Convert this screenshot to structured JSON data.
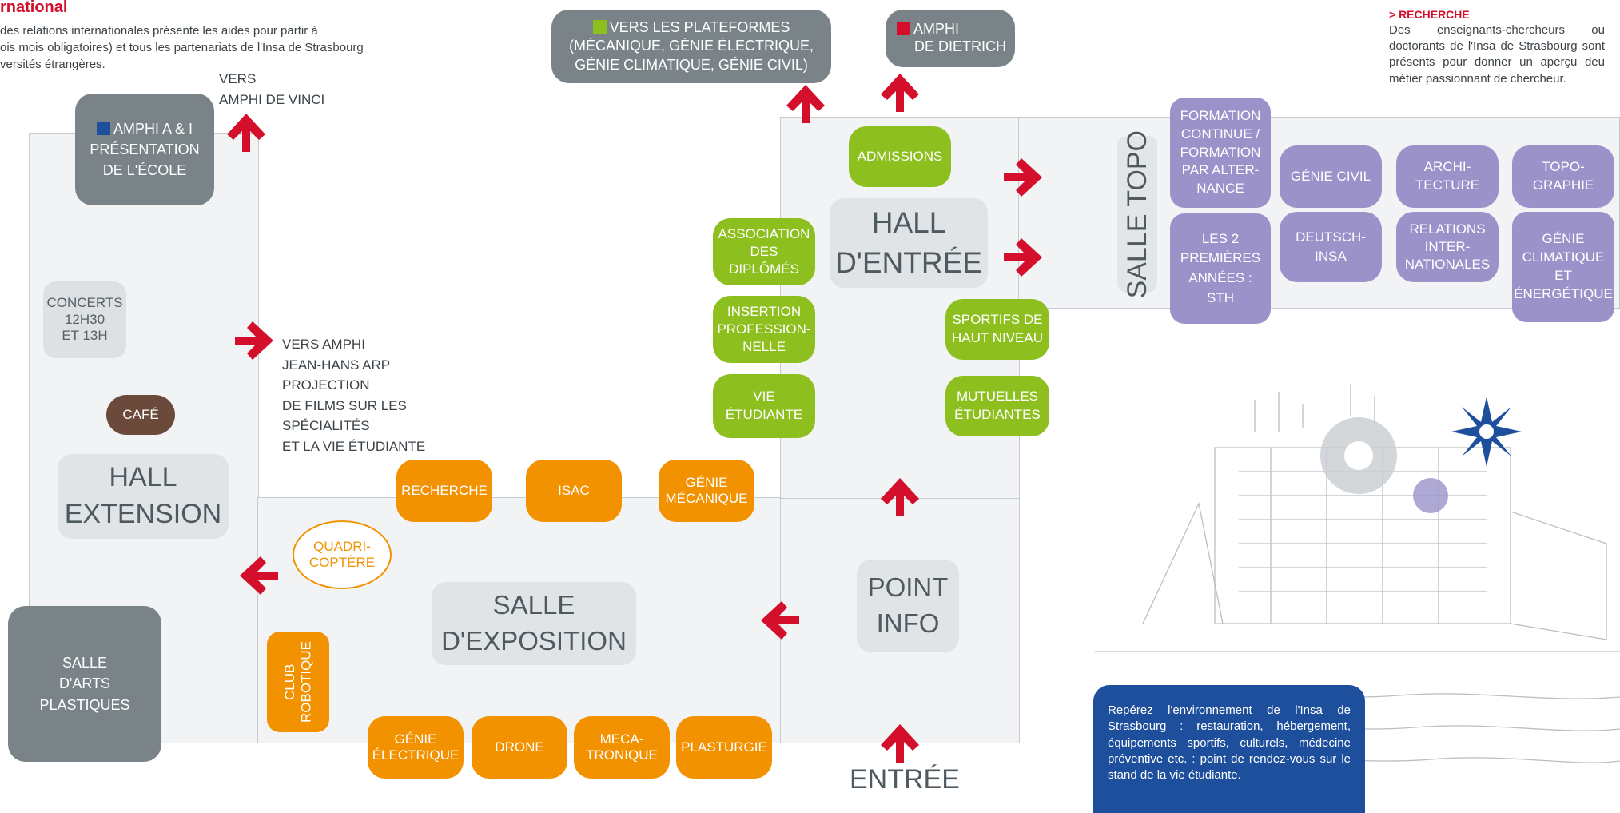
{
  "header": {
    "title": "rnational",
    "lines": [
      "des relations internationales présente les aides pour partir à",
      "ois mois obligatoires) et tous les partenariats de l'Insa de Strasbourg",
      "versités étrangères."
    ]
  },
  "research_note": {
    "heading": "> RECHERCHE",
    "body": "Des enseignants-chercheurs ou doctorants de l'Insa de Strasbourg sont présents pour donner un aperçu deu métier passionnant de chercheur."
  },
  "exits": {
    "plateformes": {
      "line1": "VERS LES PLATEFORMES",
      "line2": "(MÉCANIQUE, GÉNIE ÉLECTRIQUE,",
      "line3": "GÉNIE CLIMATIQUE, GÉNIE CIVIL)",
      "marker_color": "#8dbf1f"
    },
    "dietrich": {
      "line1": "AMPHI",
      "line2": "DE DIETRICH",
      "marker_color": "#d40f2b"
    },
    "amphi_ai": {
      "line1": "AMPHI A & I",
      "line2": "PRÉSENTATION",
      "line3": "DE L'ÉCOLE",
      "marker_color": "#1d4f9c"
    },
    "vinci": {
      "line1": "VERS",
      "line2": "AMPHI DE VINCI"
    },
    "arp": {
      "line1": "VERS AMPHI",
      "line2": "JEAN-HANS ARP",
      "line3": "PROJECTION",
      "line4": "DE FILMS SUR LES",
      "line5": "SPÉCIALITÉS",
      "line6": "ET LA VIE ÉTUDIANTE"
    },
    "arts": {
      "line1": "SALLE",
      "line2": "D'ARTS",
      "line3": "PLASTIQUES"
    }
  },
  "halls": {
    "extension": {
      "line1": "HALL",
      "line2": "EXTENSION"
    },
    "entree": {
      "line1": "HALL",
      "line2": "D'ENTRÉE"
    },
    "exposition": {
      "line1": "SALLE",
      "line2": "D'EXPOSITION"
    },
    "point_info": {
      "line1": "POINT",
      "line2": "INFO"
    },
    "salle_topo": "SALLE TOPO"
  },
  "entrance_label": "ENTRÉE",
  "left_stands": {
    "concerts": {
      "line1": "CONCERTS",
      "line2": "12H30",
      "line3": "ET 13H"
    },
    "cafe": "CAFÉ",
    "quadricoptere": {
      "line1": "QUADRI-",
      "line2": "COPTÈRE"
    },
    "club_robotique": {
      "line1": "CLUB",
      "line2": "ROBOTIQUE"
    }
  },
  "orange_stands": {
    "recherche": "RECHERCHE",
    "isac": "ISAC",
    "genie_mecanique": {
      "line1": "GÉNIE",
      "line2": "MÉCANIQUE"
    },
    "genie_electrique": {
      "line1": "GÉNIE",
      "line2": "ÉLECTRIQUE"
    },
    "drone": "DRONE",
    "mecatronique": {
      "line1": "MECA-",
      "line2": "TRONIQUE"
    },
    "plasturgie": "PLASTURGIE"
  },
  "green_stands": {
    "admissions": "ADMISSIONS",
    "diplomes": {
      "line1": "ASSOCIATION",
      "line2": "DES",
      "line3": "DIPLÔMÉS"
    },
    "insertion": {
      "line1": "INSERTION",
      "line2": "PROFESSION-",
      "line3": "NELLE"
    },
    "vie_etudiante": {
      "line1": "VIE",
      "line2": "ÉTUDIANTE"
    },
    "sportifs": {
      "line1": "SPORTIFS DE",
      "line2": "HAUT NIVEAU"
    },
    "mutuelles": {
      "line1": "MUTUELLES",
      "line2": "ÉTUDIANTES"
    }
  },
  "purple_stands": {
    "formation": {
      "line1": "FORMATION",
      "line2": "CONTINUE /",
      "line3": "FORMATION",
      "line4": "PAR ALTER-",
      "line5": "NANCE"
    },
    "premieres": {
      "line1": "LES 2",
      "line2": "PREMIÈRES",
      "line3": "ANNÉES :",
      "line4": "STH"
    },
    "genie_civil": "GÉNIE CIVIL",
    "deutsch": {
      "line1": "DEUTSCH-",
      "line2": "INSA"
    },
    "architecture": {
      "line1": "ARCHI-",
      "line2": "TECTURE"
    },
    "relations": {
      "line1": "RELATIONS",
      "line2": "INTER-",
      "line3": "NATIONALES"
    },
    "topographie": {
      "line1": "TOPO-",
      "line2": "GRAPHIE"
    },
    "climatique": {
      "line1": "GÉNIE",
      "line2": "CLIMATIQUE",
      "line3": "ET",
      "line4": "ÉNERGÉTIQUE"
    }
  },
  "info_box": "Repérez l'environnement de l'Insa de Strasbourg : restauration, hébergement, équipements sportifs, culturels, médecine préventive etc. : point de rendez-vous sur le stand de la vie étudiante.",
  "colors": {
    "arrow": "#d40f2b",
    "orange": "#f39200",
    "green": "#8dbf1f",
    "purple": "#9a92c9",
    "gray": "#7a8388",
    "info_blue": "#1d4f9c"
  }
}
